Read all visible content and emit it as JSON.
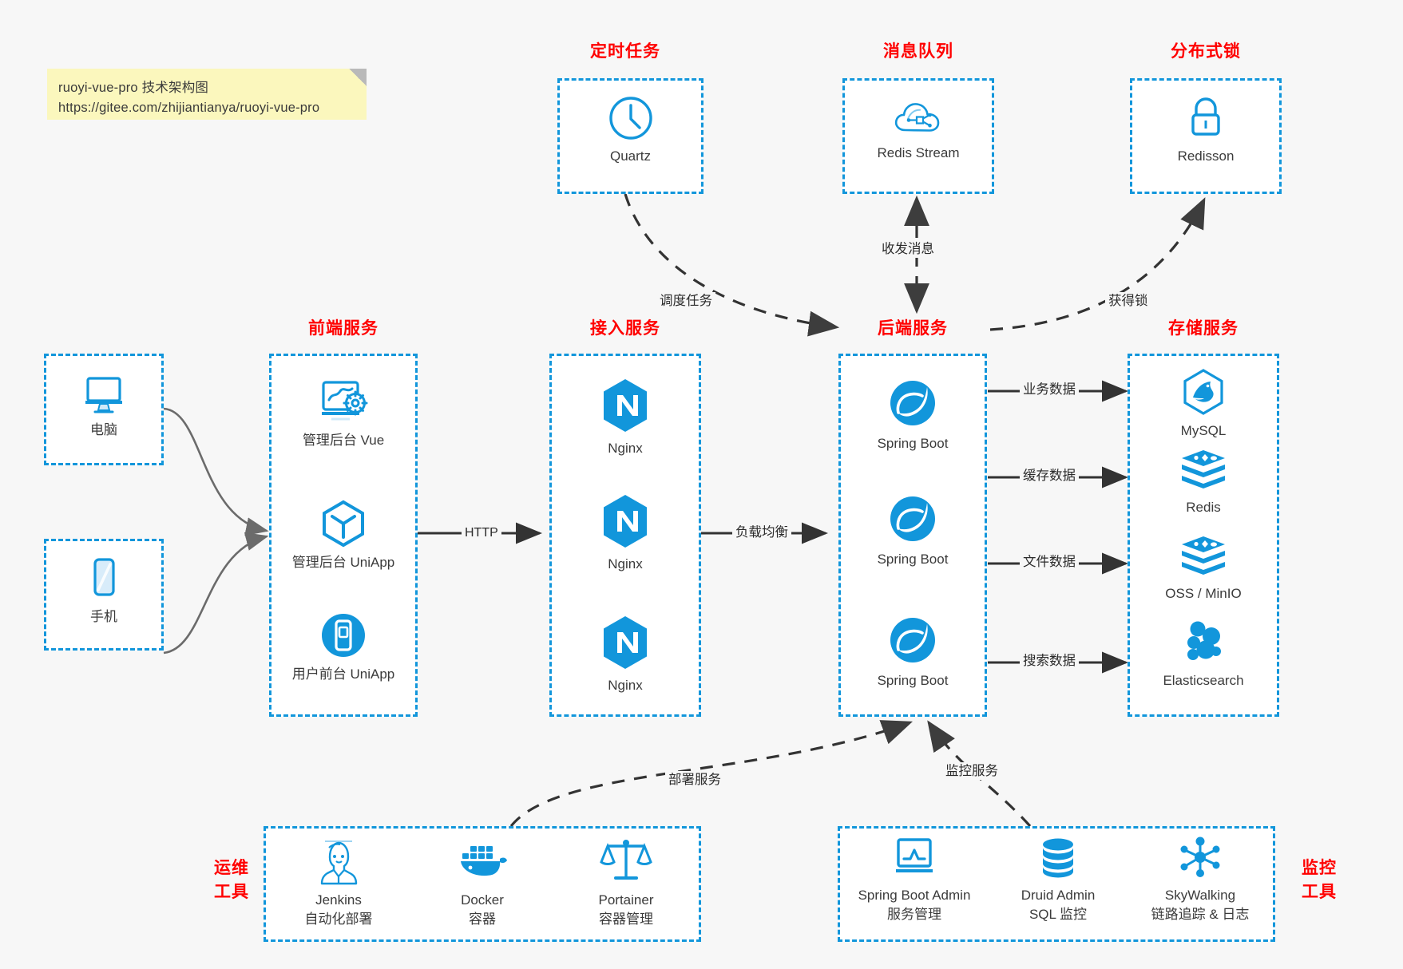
{
  "note": {
    "line1": "ruoyi-vue-pro 技术架构图",
    "line2": "https://gitee.com/zhijiantianya/ruoyi-vue-pro"
  },
  "colors": {
    "accent": "#1296db",
    "title": "#ff0000",
    "text": "#3b3b3b",
    "background": "#f7f7f7",
    "note_background": "#fbf7bd",
    "arrow": "#333333"
  },
  "groups": {
    "scheduled_task": {
      "title": "定时任务"
    },
    "message_queue": {
      "title": "消息队列"
    },
    "distributed_lock": {
      "title": "分布式锁"
    },
    "frontend": {
      "title": "前端服务"
    },
    "gateway": {
      "title": "接入服务"
    },
    "backend": {
      "title": "后端服务"
    },
    "storage": {
      "title": "存储服务"
    },
    "devops": {
      "title": "运维\n工具",
      "title_l1": "运维",
      "title_l2": "工具"
    },
    "monitor": {
      "title": "监控\n工具",
      "title_l1": "监控",
      "title_l2": "工具"
    }
  },
  "nodes": {
    "quartz": {
      "label": "Quartz",
      "icon": "clock-icon"
    },
    "redis_stream": {
      "label": "Redis Stream",
      "icon": "cloud-network-icon"
    },
    "redisson": {
      "label": "Redisson",
      "icon": "lock-icon"
    },
    "computer": {
      "label": "电脑",
      "icon": "monitor-icon"
    },
    "mobile": {
      "label": "手机",
      "icon": "phone-icon"
    },
    "admin_vue": {
      "label": "管理后台 Vue",
      "icon": "dashboard-gear-icon"
    },
    "admin_uniapp": {
      "label": "管理后台 UniApp",
      "icon": "hexagon-cube-icon"
    },
    "user_uniapp": {
      "label": "用户前台 UniApp",
      "icon": "mobile-app-icon"
    },
    "nginx1": {
      "label": "Nginx",
      "icon": "nginx-icon"
    },
    "nginx2": {
      "label": "Nginx",
      "icon": "nginx-icon"
    },
    "nginx3": {
      "label": "Nginx",
      "icon": "nginx-icon"
    },
    "spring_boot1": {
      "label": "Spring Boot",
      "icon": "spring-boot-icon"
    },
    "spring_boot2": {
      "label": "Spring Boot",
      "icon": "spring-boot-icon"
    },
    "spring_boot3": {
      "label": "Spring Boot",
      "icon": "spring-boot-icon"
    },
    "mysql": {
      "label": "MySQL",
      "icon": "mysql-icon"
    },
    "redis": {
      "label": "Redis",
      "icon": "redis-icon"
    },
    "oss_minio": {
      "label": "OSS / MinIO",
      "icon": "redis-icon"
    },
    "elasticsearch": {
      "label": "Elasticsearch",
      "icon": "elasticsearch-icon"
    },
    "jenkins": {
      "label": "Jenkins",
      "sublabel": "自动化部署",
      "icon": "jenkins-icon"
    },
    "docker": {
      "label": "Docker",
      "sublabel": "容器",
      "icon": "docker-icon"
    },
    "portainer": {
      "label": "Portainer",
      "sublabel": "容器管理",
      "icon": "scales-icon"
    },
    "spring_boot_admin": {
      "label": "Spring Boot Admin",
      "sublabel": "服务管理",
      "icon": "monitor-chart-icon"
    },
    "druid_admin": {
      "label": "Druid Admin",
      "sublabel": "SQL 监控",
      "icon": "database-icon"
    },
    "skywalking": {
      "label": "SkyWalking",
      "sublabel": "链路追踪 & 日志",
      "icon": "node-graph-icon"
    }
  },
  "edges": {
    "http": "HTTP",
    "load_balance": "负载均衡",
    "schedule_task": "调度任务",
    "send_receive_message": "收发消息",
    "acquire_lock": "获得锁",
    "business_data": "业务数据",
    "cache_data": "缓存数据",
    "file_data": "文件数据",
    "search_data": "搜索数据",
    "deploy_service": "部署服务",
    "monitor_service": "监控服务"
  }
}
